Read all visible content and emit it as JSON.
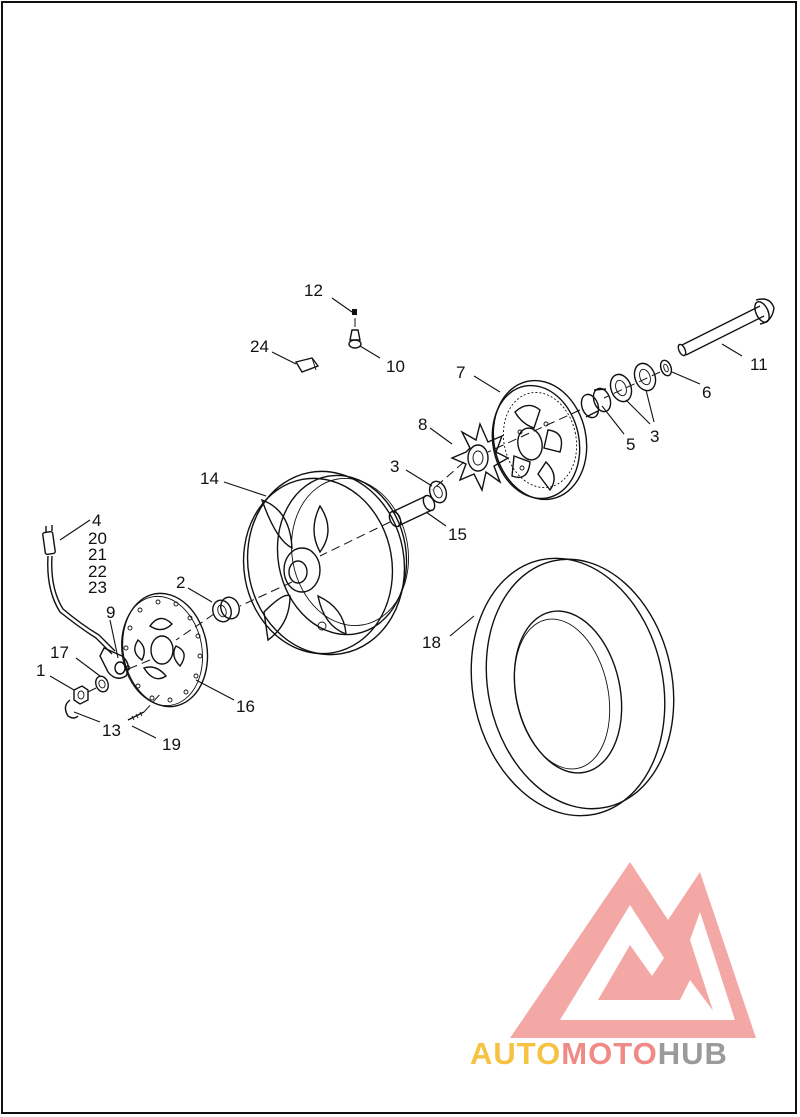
{
  "callouts": {
    "c1": "1",
    "c2": "2",
    "c3a": "3",
    "c3b": "3",
    "c4": "4",
    "c5": "5",
    "c6": "6",
    "c7": "7",
    "c8": "8",
    "c9": "9",
    "c10": "10",
    "c11": "11",
    "c12": "12",
    "c13": "13",
    "c14": "14",
    "c15": "15",
    "c16": "16",
    "c17": "17",
    "c18": "18",
    "c19": "19",
    "c20": "20",
    "c21": "21",
    "c22": "22",
    "c23": "23",
    "c24": "24"
  },
  "watermark": {
    "part1": "AUTO",
    "part2": "MOTO",
    "part3": "HUB",
    "colors": {
      "auto": "#f5c242",
      "moto": "#f08a86",
      "hub": "#9a9a9a",
      "logo": "#f29a96"
    },
    "logo_icon": "triangle-m-logo"
  }
}
